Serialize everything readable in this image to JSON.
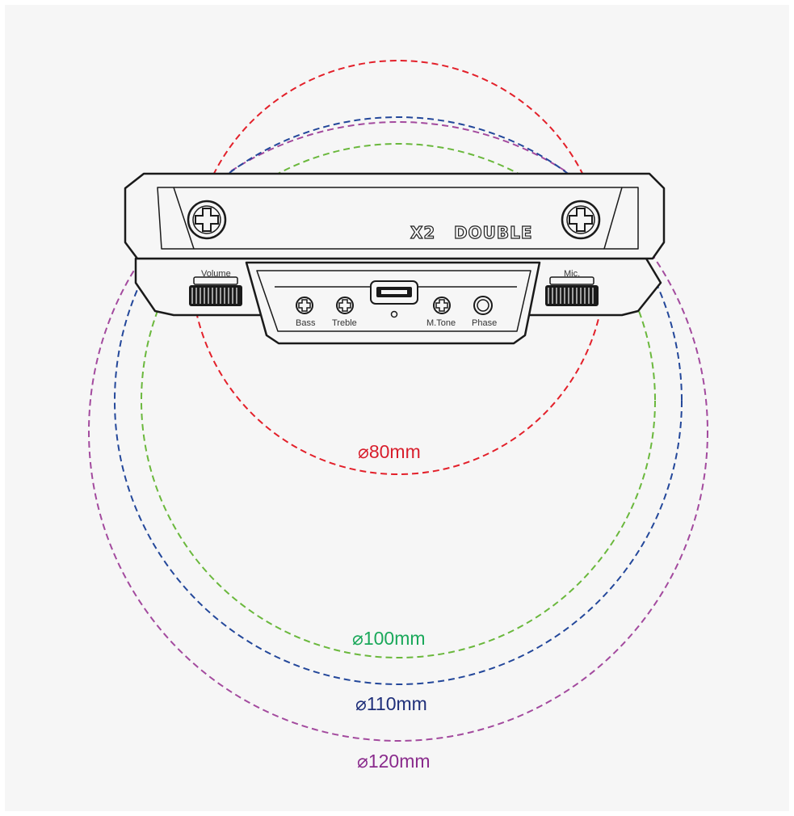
{
  "brand": {
    "model": "X2",
    "name": "DOUBLE"
  },
  "controls": {
    "volume": "Volume",
    "mic": "Mic.",
    "bass": "Bass",
    "treble": "Treble",
    "mtone": "M.Tone",
    "phase": "Phase"
  },
  "diameters": [
    {
      "label": "⌀80mm",
      "color": "#e3202a"
    },
    {
      "label": "⌀100mm",
      "color": "#6ab83c"
    },
    {
      "label": "⌀110mm",
      "color": "#23479a"
    },
    {
      "label": "⌀120mm",
      "color": "#a34a9e"
    }
  ],
  "label_colors": {
    "d80": "#d81e2c",
    "d100": "#1aa85a",
    "d110": "#1f2f7a",
    "d120": "#8a2b8c"
  }
}
